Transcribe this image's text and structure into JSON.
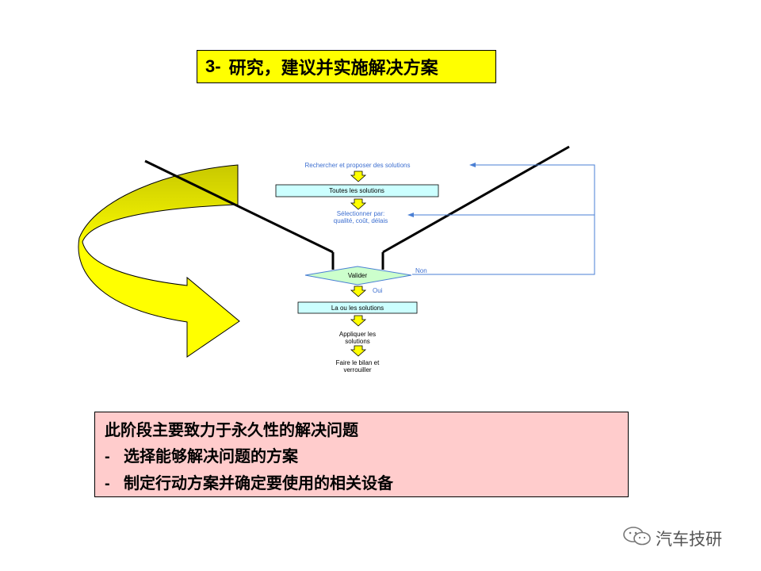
{
  "title": {
    "number": "3-",
    "text": "研究，建议并实施解决方案"
  },
  "flowchart": {
    "step_search": "Rechercher et proposer des solutions",
    "box_all": "Toutes les solutions",
    "select_line1": "Sélectionner par:",
    "select_line2": "qualité, coût, délais",
    "decision": "Valider",
    "no_label": "Non",
    "yes_label": "Oui",
    "box_chosen": "La ou les solutions",
    "apply_line1": "Appliquer les",
    "apply_line2": "solutions",
    "finish_line1": "Faire le bilan et",
    "finish_line2": "verrouiller"
  },
  "summary": {
    "line1": "此阶段主要致力于永久性的解决问题",
    "bullet": "-",
    "item1": "选择能够解决问题的方案",
    "item2": "制定行动方案并确定要使用的相关设备"
  },
  "watermark": {
    "text": "汽车技研",
    "icon": "wechat-icon"
  },
  "colors": {
    "title_bg": "#ffff00",
    "summary_bg": "#ffcccc",
    "arrow_fill": "#ffff00",
    "arrow_dark": "#c8c800",
    "fc_box": "#ccffff",
    "fc_line": "#4a7fd4",
    "fc_text": "#3d6fd0",
    "decision_fill": "#ccffcc"
  }
}
